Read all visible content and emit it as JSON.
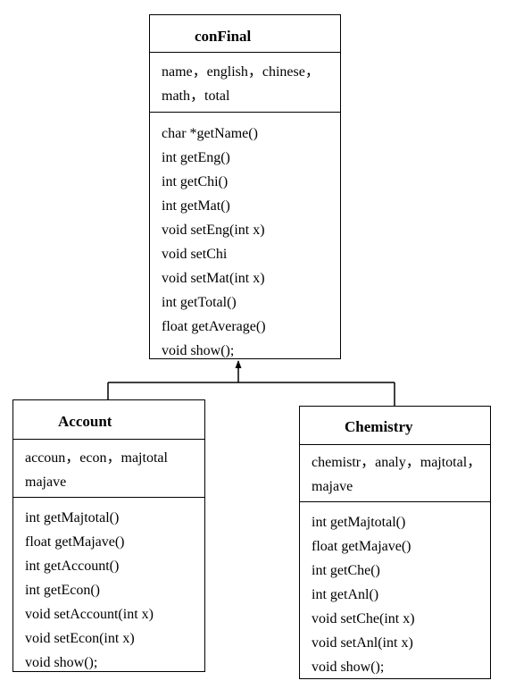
{
  "classes": {
    "confinal": {
      "name": "conFinal",
      "attributes": "name，english，chinese，\nmath，total",
      "methods": [
        "char *getName()",
        "int getEng()",
        "int getChi()",
        "int getMat()",
        "void setEng(int x)",
        "void setChi",
        "void setMat(int x)",
        "int getTotal()",
        "float getAverage()",
        "void show();"
      ]
    },
    "account": {
      "name": "Account",
      "attributes": "accoun，econ，majtotal\nmajave",
      "methods": [
        "int getMajtotal()",
        "float getMajave()",
        "int getAccount()",
        "int getEcon()",
        "void setAccount(int x)",
        "void setEcon(int x)",
        "void show();"
      ]
    },
    "chemistry": {
      "name": "Chemistry",
      "attributes": "chemistr，analy，majtotal，\nmajave",
      "methods": [
        "int getMajtotal()",
        "float getMajave()",
        "int getChe()",
        "int getAnl()",
        "void setChe(int x)",
        "void setAnl(int x)",
        "void show();"
      ]
    }
  }
}
